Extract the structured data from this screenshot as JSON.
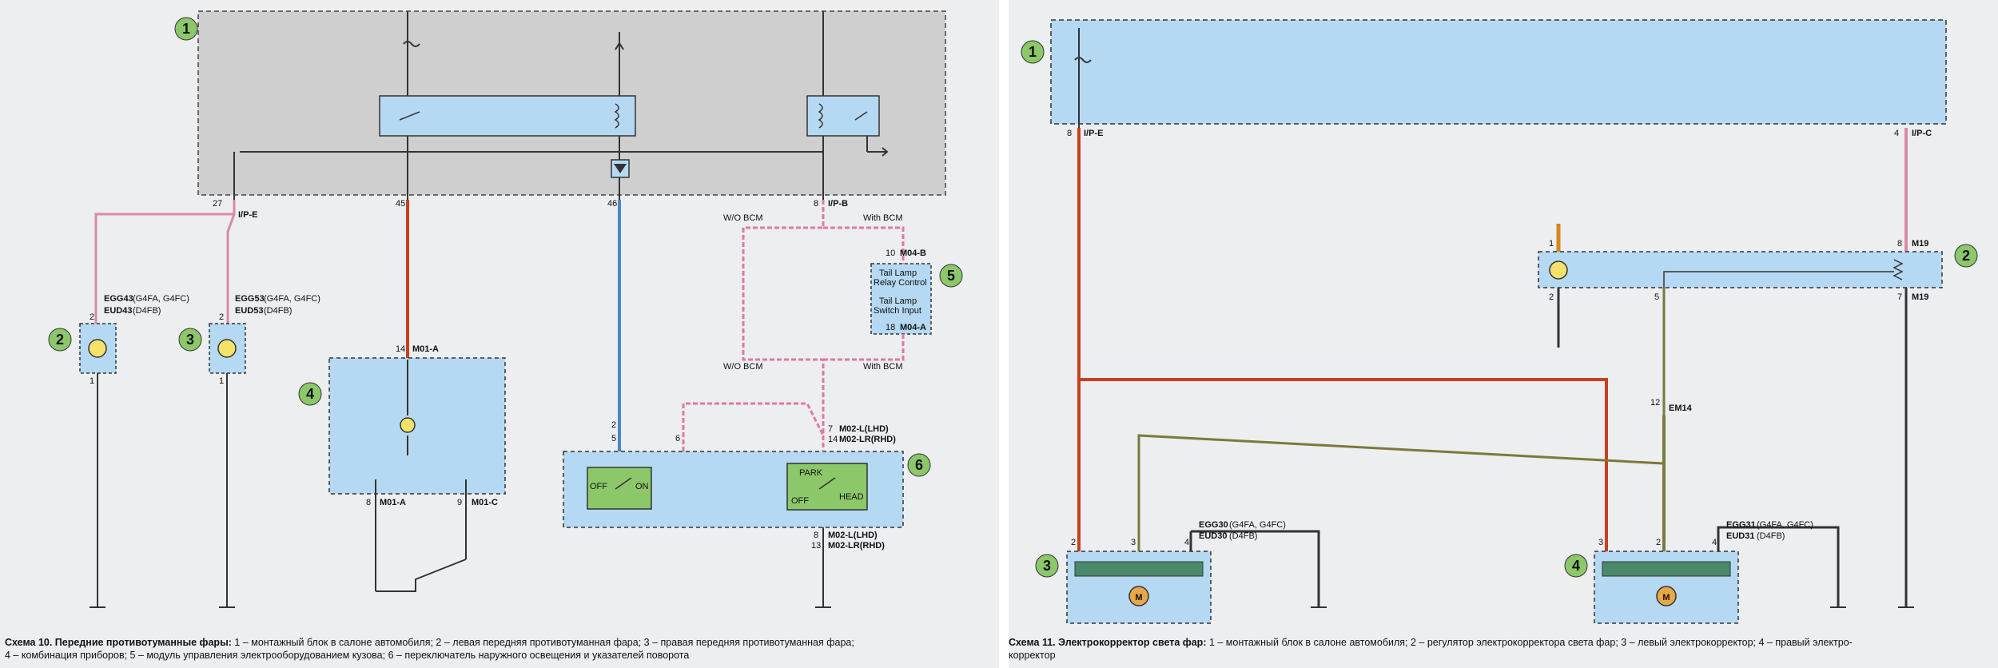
{
  "left": {
    "connectors": {
      "ip_e": "I/P-E",
      "ip_b": "I/P-B",
      "m01a_top": "M01-A",
      "m01a": "M01-A",
      "m01c": "M01-C",
      "m04b": "M04-B",
      "m04a": "M04-A",
      "m02l_top": "M02-L(LHD)",
      "m02lr_top": "M02-LR(RHD)",
      "m02l_bot": "M02-L(LHD)",
      "m02lr_bot": "M02-LR(RHD)"
    },
    "pins": {
      "p27": "27",
      "p45": "45",
      "p46": "46",
      "p8": "8",
      "p2a": "2",
      "p1a": "1",
      "p2b": "2",
      "p1b": "1",
      "p14": "14",
      "p8b": "8",
      "p9": "9",
      "p10": "10",
      "p18": "18",
      "p2c": "2",
      "p5": "5",
      "p6": "6",
      "p7": "7",
      "p14b": "14",
      "p8c": "8",
      "p13": "13"
    },
    "components": {
      "egg43": "EGG43",
      "egg43_eng": "(G4FA, G4FC)",
      "eud43": "EUD43",
      "eud43_eng": "(D4FB)",
      "egg53": "EGG53",
      "egg53_eng": "(G4FA, G4FC)",
      "eud53": "EUD53",
      "eud53_eng": "(D4FB)",
      "wo_bcm_top": "W/O BCM",
      "with_bcm_top": "With BCM",
      "wo_bcm_bot": "W/O BCM",
      "with_bcm_bot": "With BCM",
      "tail_relay_1": "Tail Lamp",
      "tail_relay_2": "Relay Control",
      "tail_switch_1": "Tail Lamp",
      "tail_switch_2": "Switch Input",
      "off": "OFF",
      "on": "ON",
      "park": "PARK",
      "off2": "OFF",
      "head": "HEAD"
    },
    "callouts": {
      "c1": "1",
      "c2": "2",
      "c3": "3",
      "c4": "4",
      "c5": "5",
      "c6": "6"
    },
    "caption": {
      "title": "Схема 10. Передние противотуманные фары:",
      "text1": " 1 – монтажный блок в салоне автомобиля; 2 – левая передняя противотуманная фара; 3 – правая передняя противотуманная фара;",
      "text2": "4 – комбинация приборов; 5 – модуль управления электрооборудованием кузова; 6 – переключатель наружного освещения и указателей поворота"
    }
  },
  "right": {
    "connectors": {
      "ip_e": "I/P-E",
      "ip_c": "I/P-C",
      "m19a": "M19",
      "m19b": "M19",
      "em14": "EM14"
    },
    "pins": {
      "p8": "8",
      "p4": "4",
      "p1": "1",
      "p2": "2",
      "p5": "5",
      "p8b": "8",
      "p7": "7",
      "p12": "12",
      "p2l": "2",
      "p3l": "3",
      "p4l": "4",
      "p3r": "3",
      "p2r": "2",
      "p4r": "4"
    },
    "components": {
      "egg30": "EGG30",
      "egg30_eng": "(G4FA, G4FC)",
      "eud30": "EUD30",
      "eud30_eng": "(D4FB)",
      "egg31": "EGG31",
      "egg31_eng": "(G4FA, G4FC)",
      "eud31": "EUD31",
      "eud31_eng": "(D4FB)",
      "motor": "M"
    },
    "callouts": {
      "c1": "1",
      "c2": "2",
      "c3": "3",
      "c4": "4"
    },
    "caption": {
      "title": "Схема 11. Электрокорректор света фар:",
      "text1": " 1 – монтажный блок в салоне автомобиля; 2 – регулятор электрокорректора света фар; 3 – левый электрокорректор; 4 – правый электро-",
      "text2": "корректор"
    }
  },
  "colors": {
    "red": "#c8401e",
    "blue": "#4a86c8",
    "pink": "#d98aa6",
    "olive": "#7a7a3a",
    "orange": "#d4861e",
    "lightblue": "#b5d9f2",
    "gray": "#cfcfcf",
    "green": "#8cc86a"
  }
}
